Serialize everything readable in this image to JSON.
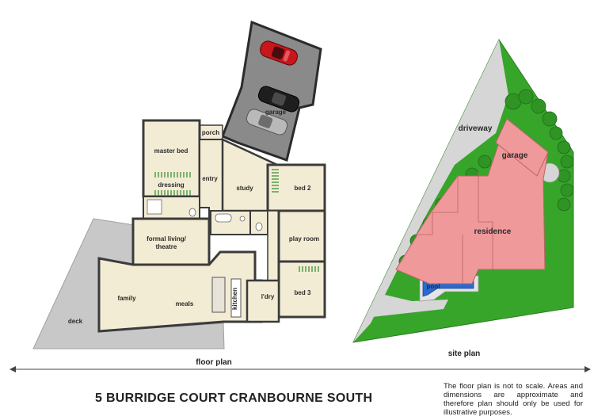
{
  "title": "5 BURRIDGE COURT CRANBOURNE SOUTH",
  "disclaimer": "The floor plan is not to scale. Areas and dimensions are approximate and therefore plan should only be used for illustrative purposes.",
  "floor_plan": {
    "caption": "floor plan",
    "rooms": {
      "master_bed": "master bed",
      "dressing": "dressing",
      "porch": "porch",
      "entry": "entry",
      "study": "study",
      "bed2": "bed 2",
      "garage": "garage",
      "formal_living": "formal living/",
      "formal_living_2": "theatre",
      "play_room": "play room",
      "family": "family",
      "meals": "meals",
      "kitchen": "kitchen",
      "ldry": "l'dry",
      "bed3": "bed 3",
      "deck": "deck"
    }
  },
  "site_plan": {
    "caption": "site plan",
    "labels": {
      "driveway": "driveway",
      "garage": "garage",
      "residence": "residence",
      "pool": "pool"
    }
  },
  "colors": {
    "room_fill": "#f3ecd4",
    "wall": "#3b3b3b",
    "deck": "#c8c8c8",
    "garage_floor": "#8a8a8a",
    "lawn": "#37a52a",
    "residence_roof": "#f0999a",
    "pool": "#2a6bd0",
    "car_red": "#c8161d",
    "car_black": "#1e1e1e",
    "car_silver": "#b9b9b9"
  }
}
